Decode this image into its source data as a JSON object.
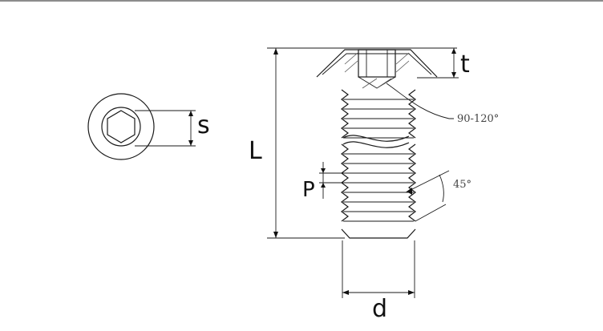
{
  "labels": {
    "s": "s",
    "t": "t",
    "L": "L",
    "P": "P",
    "d": "d",
    "angle_point": "90-120°",
    "angle_thread": "45°"
  }
}
